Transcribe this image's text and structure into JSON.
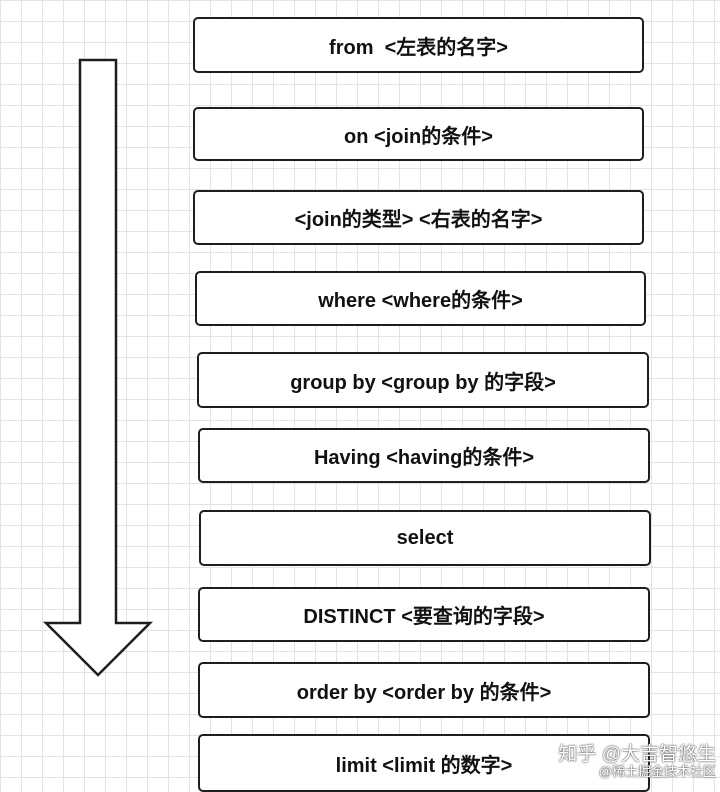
{
  "steps": [
    "from  <左表的名字>",
    "on <join的条件>",
    "<join的类型> <右表的名字>",
    "where <where的条件>",
    "group by <group by 的字段>",
    "Having <having的条件>",
    "select",
    "DISTINCT <要查询的字段>",
    "order by <order by 的条件>",
    "limit <limit 的数字>"
  ],
  "watermark": {
    "line1": "知乎 @大吉智悠生",
    "line2": "@稀土掘金技术社区"
  },
  "colors": {
    "border": "#1e1e1e",
    "text": "#111111",
    "grid": "#e3e3e3",
    "background": "#ffffff"
  }
}
